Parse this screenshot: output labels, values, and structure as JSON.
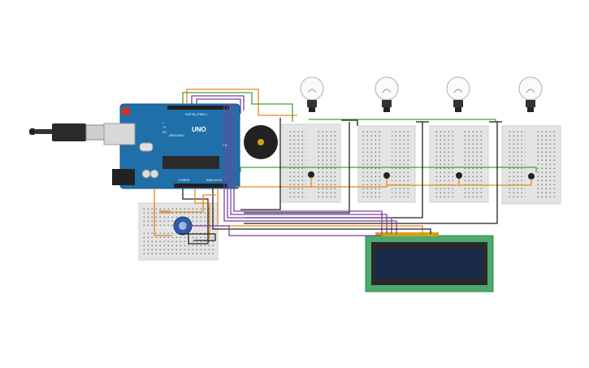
{
  "arduino": {
    "brand": "ARDUINO",
    "model": "UNO",
    "header_digital": "DIGITAL (PWM~)",
    "header_power": "POWER",
    "header_analog": "ANALOG IN",
    "led_tx": "TX",
    "led_rx": "RX",
    "led_l": "L",
    "led_on": "ON",
    "color_board": "#1f6fa8",
    "color_chip": "#2b2b2b"
  },
  "lcd": {
    "color_pcb": "#4daa6c",
    "color_screen": "#1c2a4a"
  },
  "wire_colors": {
    "purple": "#7b3fa0",
    "orange": "#e8861c",
    "green": "#3aa63a",
    "black": "#222222",
    "red": "#d33"
  },
  "icons": {
    "bulb": "light-bulb-icon",
    "buzzer": "piezo-buzzer-icon",
    "potentiometer": "potentiometer-icon",
    "usb": "usb-cable-icon"
  }
}
